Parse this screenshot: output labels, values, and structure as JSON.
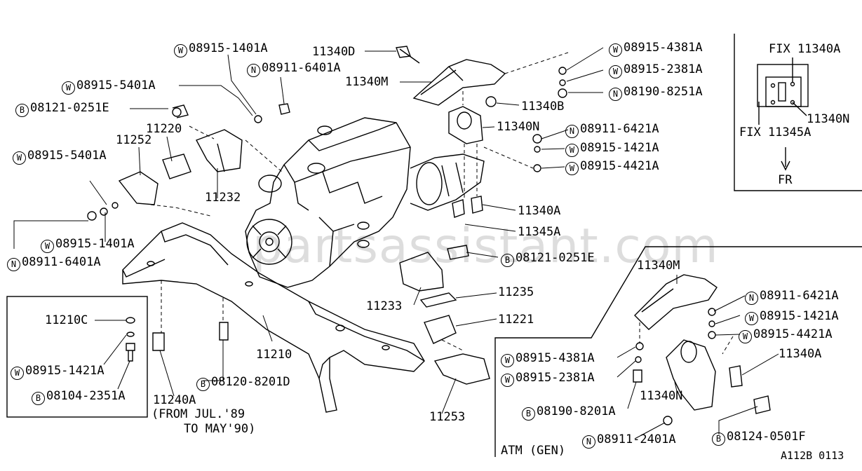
{
  "labels": {
    "l_08915_1401A_top": {
      "prefix": "W",
      "text": "08915-1401A"
    },
    "l_08911_6401A_top": {
      "prefix": "N",
      "text": "08911-6401A"
    },
    "l_11340D": {
      "prefix": "",
      "text": "11340D"
    },
    "l_11340M_top": {
      "prefix": "",
      "text": "11340M"
    },
    "l_08915_5401A_a": {
      "prefix": "W",
      "text": "08915-5401A"
    },
    "l_08121_0251E_a": {
      "prefix": "B",
      "text": "08121-0251E"
    },
    "l_11220": {
      "prefix": "",
      "text": "11220"
    },
    "l_11252": {
      "prefix": "",
      "text": "11252"
    },
    "l_08915_5401A_b": {
      "prefix": "W",
      "text": "08915-5401A"
    },
    "l_11232": {
      "prefix": "",
      "text": "11232"
    },
    "l_08915_1401A_mid": {
      "prefix": "W",
      "text": "08915-1401A"
    },
    "l_08911_6401A_mid": {
      "prefix": "N",
      "text": "08911-6401A"
    },
    "l_08915_4381A_top": {
      "prefix": "W",
      "text": "08915-4381A"
    },
    "l_08915_2381A_top": {
      "prefix": "W",
      "text": "08915-2381A"
    },
    "l_08190_8251A": {
      "prefix": "N",
      "text": "08190-8251A"
    },
    "l_11340B": {
      "prefix": "",
      "text": "11340B"
    },
    "l_11340N_top": {
      "prefix": "",
      "text": "11340N"
    },
    "l_08911_6421A_top": {
      "prefix": "N",
      "text": "08911-6421A"
    },
    "l_08915_1421A_top": {
      "prefix": "W",
      "text": "08915-1421A"
    },
    "l_08915_4421A_top": {
      "prefix": "W",
      "text": "08915-4421A"
    },
    "l_11340A_top": {
      "prefix": "",
      "text": "11340A"
    },
    "l_11345A": {
      "prefix": "",
      "text": "11345A"
    },
    "l_08121_0251E_b": {
      "prefix": "B",
      "text": "08121-0251E"
    },
    "l_11235": {
      "prefix": "",
      "text": "11235"
    },
    "l_11233": {
      "prefix": "",
      "text": "11233"
    },
    "l_11221": {
      "prefix": "",
      "text": "11221"
    },
    "l_11210": {
      "prefix": "",
      "text": "11210"
    },
    "l_11253": {
      "prefix": "",
      "text": "11253"
    },
    "l_11210C": {
      "prefix": "",
      "text": "11210C"
    },
    "l_08915_1421A_box": {
      "prefix": "W",
      "text": "08915-1421A"
    },
    "l_08104_2351A": {
      "prefix": "B",
      "text": "08104-2351A"
    },
    "l_11240A": {
      "prefix": "",
      "text": "11240A"
    },
    "l_from": {
      "prefix": "",
      "text": "(FROM JUL.'89"
    },
    "l_to": {
      "prefix": "",
      "text": "TO MAY'90)"
    },
    "l_08120_8201D": {
      "prefix": "B",
      "text": "08120-8201D"
    },
    "l_fix11340A": {
      "prefix": "",
      "text": "FIX 11340A"
    },
    "l_11340N_inset": {
      "prefix": "",
      "text": "11340N"
    },
    "l_fix11345A": {
      "prefix": "",
      "text": "FIX 11345A"
    },
    "l_fr": {
      "prefix": "",
      "text": "FR"
    },
    "l_11340M_atm": {
      "prefix": "",
      "text": "11340M"
    },
    "l_08911_6421A_atm": {
      "prefix": "N",
      "text": "08911-6421A"
    },
    "l_08915_1421A_atm": {
      "prefix": "W",
      "text": "08915-1421A"
    },
    "l_08915_4421A_atm": {
      "prefix": "W",
      "text": "08915-4421A"
    },
    "l_11340A_atm": {
      "prefix": "",
      "text": "11340A"
    },
    "l_08915_4381A_atm": {
      "prefix": "W",
      "text": "08915-4381A"
    },
    "l_08915_2381A_atm": {
      "prefix": "W",
      "text": "08915-2381A"
    },
    "l_11340N_atm": {
      "prefix": "",
      "text": "11340N"
    },
    "l_08190_8201A": {
      "prefix": "B",
      "text": "08190-8201A"
    },
    "l_08911_2401A": {
      "prefix": "N",
      "text": "08911-2401A"
    },
    "l_08124_0501F": {
      "prefix": "B",
      "text": "08124-0501F"
    },
    "l_atm_gen": {
      "prefix": "",
      "text": "ATM (GEN)"
    },
    "l_ref": {
      "prefix": "",
      "text": "A112B 0113"
    }
  },
  "watermark": "partsassistant.com"
}
